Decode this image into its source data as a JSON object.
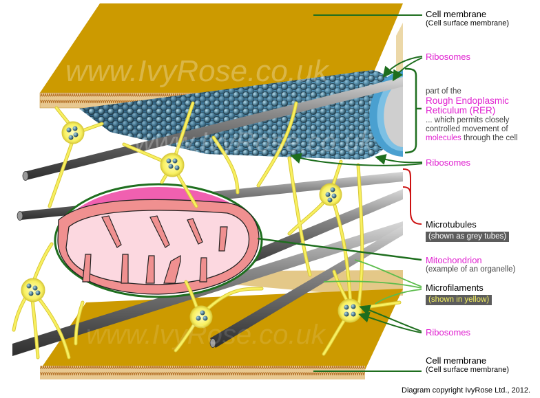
{
  "watermark": "www.IvyRose.co.uk",
  "labels": {
    "cell_membrane_top": {
      "title": "Cell membrane",
      "subtitle": "(Cell surface membrane)"
    },
    "ribosomes_top": "Ribosomes",
    "rer": {
      "intro": "part of the",
      "name_line1": "Rough Endoplasmic",
      "name_line2": "Reticulum (RER)",
      "desc_line1": "... which permits closely",
      "desc_line2": "controlled movement of",
      "desc_highlight": "molecules",
      "desc_tail": " through the cell"
    },
    "ribosomes_mid": "Ribosomes",
    "microtubules": {
      "title": "Microtubules",
      "note": "(shown as grey tubes)"
    },
    "mitochondrion": {
      "title": "Mitochondrion",
      "subtitle": "(example of an organelle)"
    },
    "microfilaments": {
      "title": "Microfilaments",
      "note": "(shown in yellow)"
    },
    "ribosomes_bottom": "Ribosomes",
    "cell_membrane_bottom": {
      "title": "Cell membrane",
      "subtitle": "(Cell surface membrane)"
    }
  },
  "copyright": "Diagram copyright IvyRose Ltd., 2012.",
  "colors": {
    "membrane": "#cc9a00",
    "membrane_light": "#e8cc88",
    "rer": "#2f6e92",
    "ribosome": "#5a8aa0",
    "microfilament": "#f8f060",
    "microtubule": "#6a6a6a",
    "mito_outer": "#f060b0",
    "mito_inner": "#f09090",
    "mito_matrix": "#fcd8e0",
    "pointer_dark_green": "#1e6e1e",
    "pointer_light_green": "#5cbc4c",
    "bracket_red": "#cc1010",
    "label_magenta": "#e020d0"
  }
}
